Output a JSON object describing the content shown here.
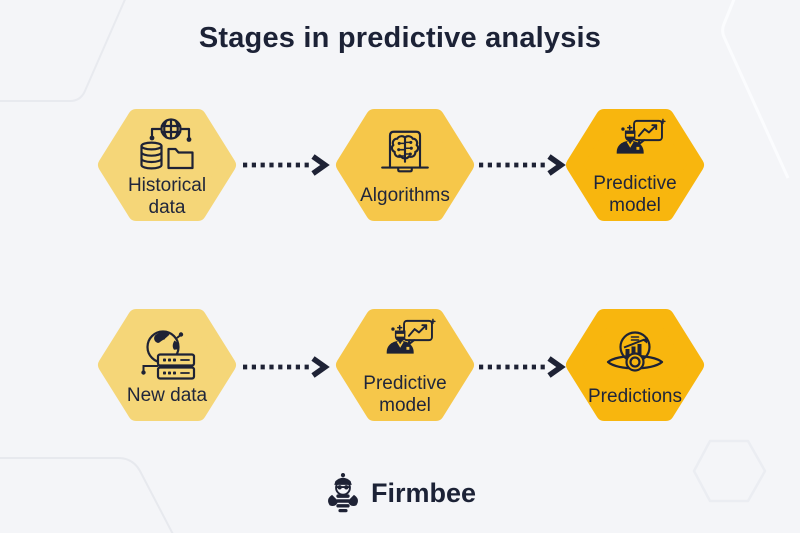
{
  "title": "Stages in predictive analysis",
  "colors": {
    "background": "#F4F5F8",
    "ink": "#1E2235",
    "hex_light": "#F5D678",
    "hex_medium": "#F6C74A",
    "hex_dark": "#F8B60E"
  },
  "flow_rows": [
    {
      "steps": [
        {
          "label": "Historical data",
          "icon": "historical-data-icon",
          "fill": "light"
        },
        {
          "label": "Algorithms",
          "icon": "algorithms-icon",
          "fill": "medium"
        },
        {
          "label": "Predictive model",
          "icon": "predictive-model-icon",
          "fill": "dark"
        }
      ]
    },
    {
      "steps": [
        {
          "label": "New data",
          "icon": "new-data-icon",
          "fill": "light"
        },
        {
          "label": "Predictive model",
          "icon": "predictive-model-icon",
          "fill": "medium"
        },
        {
          "label": "Predictions",
          "icon": "predictions-icon",
          "fill": "dark"
        }
      ]
    }
  ],
  "connector": {
    "style": "dotted-arrow",
    "direction": "right"
  },
  "footer": {
    "brand": "Firmbee",
    "logo_icon": "bee-icon"
  }
}
